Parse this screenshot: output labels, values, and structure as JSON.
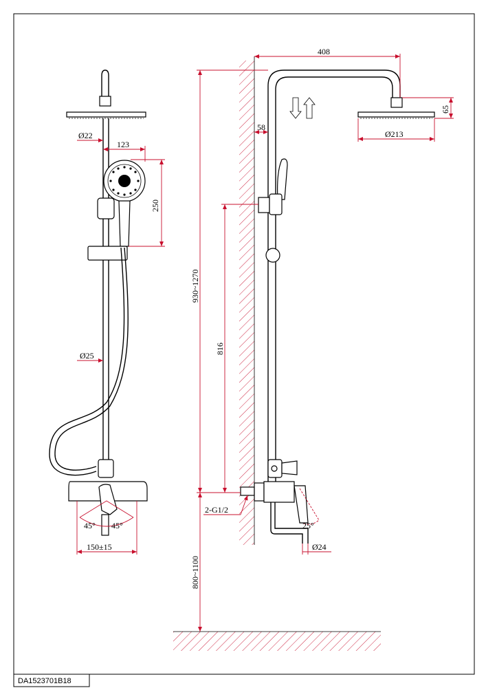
{
  "drawing": {
    "code": "DA1523701B18",
    "front_view": {
      "dim_head_arm": "Ø22",
      "dim_hand_width": "123",
      "dim_hand_height": "250",
      "dim_rail": "Ø25",
      "angle_left": "45°",
      "angle_right": "45°",
      "dim_centers": "150±15"
    },
    "side_view": {
      "dim_reach": "408",
      "dim_head_height": "65",
      "dim_head_dia": "Ø213",
      "dim_wall_offset": "58",
      "dim_adjust": "930~1270",
      "dim_rail_length": "816",
      "dim_inlet": "2-G1/2",
      "angle_spout": "25°",
      "dim_spout": "Ø24",
      "dim_mount_height": "800~1100"
    }
  },
  "colors": {
    "dimension": "#c8102e",
    "outline": "#000000"
  }
}
